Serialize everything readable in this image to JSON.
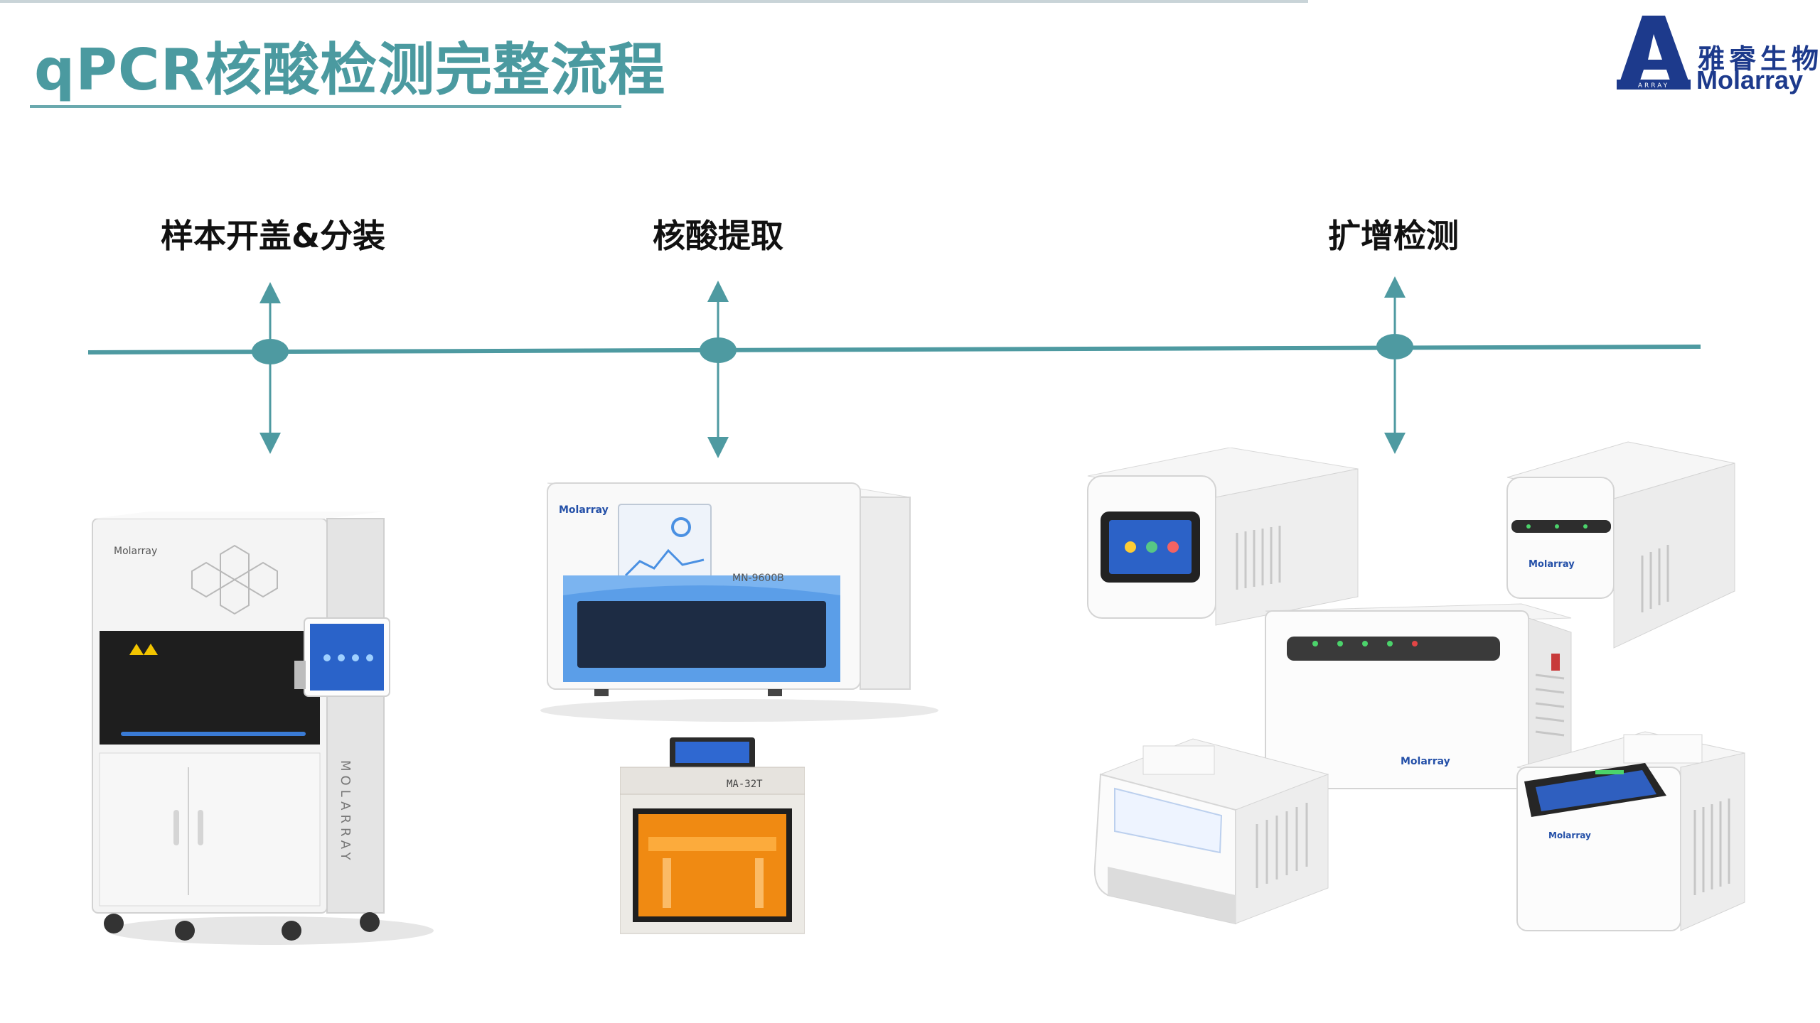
{
  "slide": {
    "title": "qPCR核酸检测完整流程"
  },
  "logo": {
    "brand_cn": "雅睿生物",
    "brand_en": "Molarray",
    "mark_icon": "molarray-a-logo-icon",
    "color": "#1d3a8c"
  },
  "steps": [
    {
      "label": "样本开盖&分装"
    },
    {
      "label": "核酸提取"
    },
    {
      "label": "扩增检测"
    }
  ],
  "devices": {
    "cabinet": {
      "brand": "Molarray",
      "side_text": "MOLARRAY"
    },
    "extractor": {
      "brand": "Molarray",
      "model": "MN-9600B"
    },
    "small_extractor": {
      "model": "MA-32T"
    },
    "pcr_small": {
      "brand": "Molarray"
    },
    "pcr_main": {
      "brand": "Molarray"
    },
    "pcr_right": {
      "brand": "Molarray"
    }
  },
  "colors": {
    "accent": "#4b9aa0",
    "timeline": "#4e9aa1",
    "brand": "#1d3a8c"
  }
}
